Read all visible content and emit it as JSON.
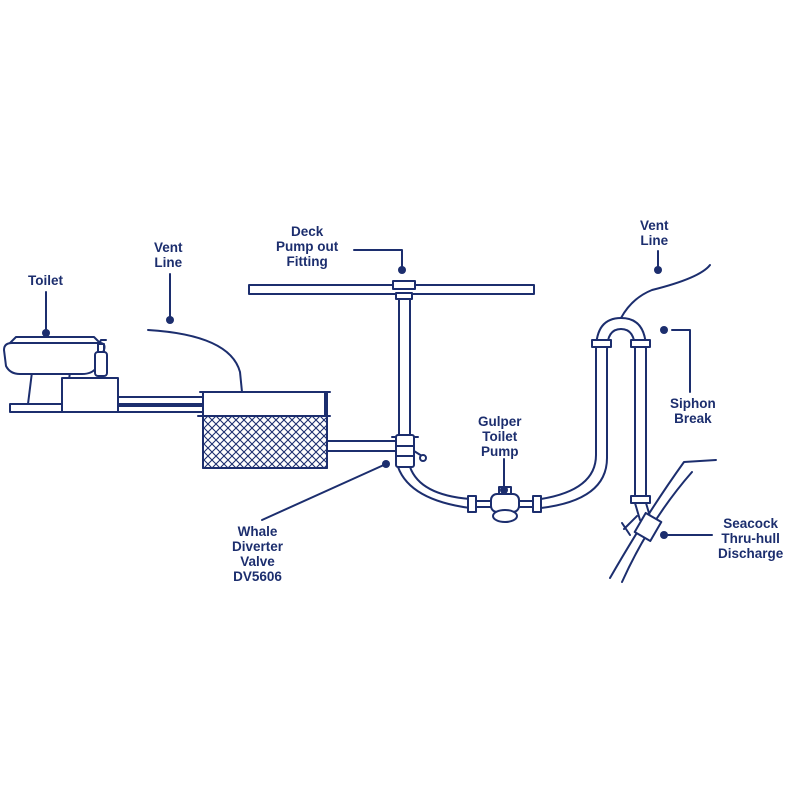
{
  "colors": {
    "stroke": "#1c2e6e",
    "background": "#ffffff"
  },
  "labels": {
    "toilet": [
      "Toilet"
    ],
    "vent_left": [
      "Vent",
      "Line"
    ],
    "deck": [
      "Deck",
      "Pump out",
      "Fitting"
    ],
    "vent_right": [
      "Vent",
      "Line"
    ],
    "gulper": [
      "Gulper",
      "Toilet",
      "Pump"
    ],
    "siphon": [
      "Siphon",
      "Break"
    ],
    "whale": [
      "Whale",
      "Diverter",
      "Valve",
      "DV5606"
    ],
    "seacock": [
      "Seacock",
      "Thru-hull",
      "Discharge"
    ]
  },
  "icons": [
    "toilet-icon",
    "holding-tank-icon",
    "diverter-valve-icon",
    "gulper-pump-icon",
    "siphon-break-icon",
    "seacock-icon"
  ]
}
